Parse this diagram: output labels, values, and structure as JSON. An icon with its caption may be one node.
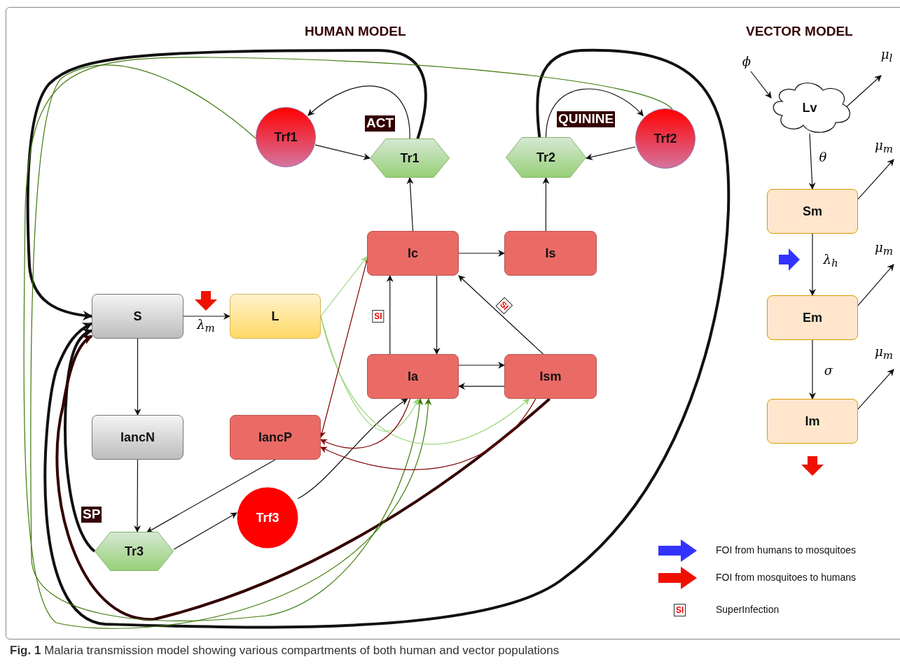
{
  "diagram": {
    "caption": "**Fig. 1** Malaria transmission model showing various compartments of both human and vector populations",
    "nodes": [
      {
        "text": [
          "S"
        ]
      },
      {
        "text": [
          "L"
        ]
      },
      {
        "text": [
          "Ic"
        ]
      },
      {
        "text": [
          "Is"
        ]
      },
      {
        "text": [
          "Ia"
        ]
      },
      {
        "text": [
          "Ism"
        ]
      },
      {
        "text": [
          "IancN"
        ]
      },
      {
        "text": [
          "IancP"
        ]
      },
      {
        "text": [
          "Tr1"
        ],
        "beside": [
          "ACT"
        ]
      },
      {
        "text": [
          "Tr2"
        ],
        "beside": [
          "QUININE"
        ]
      },
      {
        "text": [
          "Trf1"
        ]
      },
      {
        "text": [
          "Trf2"
        ]
      },
      {
        "text": [
          "Tr3"
        ],
        "beside": [
          "SP"
        ]
      },
      {
        "text": [
          "Trf3"
        ]
      },
      {
        "text": [
          "Lv"
        ]
      },
      {
        "text": [
          "Sm"
        ]
      },
      {
        "text": [
          "Em"
        ]
      },
      {
        "text": [
          "Im"
        ]
      }
    ],
    "edges": [
      {
        "from": 0,
        "to": 1,
        "arrow": "to",
        "label": "λ$_{m}$"
      },
      {
        "from": 0,
        "to": 6,
        "arrow": "to"
      },
      {
        "from": 6,
        "to": 12,
        "arrow": "to"
      },
      {
        "from": 7,
        "to": 12,
        "arrow": "to"
      },
      {
        "from": 12,
        "to": 13,
        "arrow": "to"
      },
      {
        "from": 13,
        "to": 4,
        "arrow": "to"
      },
      {
        "from": 2,
        "to": 8,
        "arrow": "to"
      },
      {
        "from": 3,
        "to": 9,
        "arrow": "to"
      },
      {
        "from": 10,
        "to": 8,
        "arrow": "to"
      },
      {
        "from": 8,
        "to": 10,
        "arrow": "to"
      },
      {
        "from": 11,
        "to": 9,
        "arrow": "to"
      },
      {
        "from": 9,
        "to": 11,
        "arrow": "to"
      },
      {
        "from": 2,
        "to": 3,
        "arrow": "to"
      },
      {
        "from": 2,
        "to": 4,
        "arrow": "to"
      },
      {
        "from": 4,
        "to": 2,
        "arrow": "to",
        "label": "SI"
      },
      {
        "from": 5,
        "to": 2,
        "arrow": "to",
        "label": "SI"
      },
      {
        "from": 4,
        "to": 5,
        "arrow": "to"
      },
      {
        "from": 5,
        "to": 4,
        "arrow": "to"
      },
      {
        "from": 8,
        "to": 0,
        "arrow": "to",
        "style": "thick"
      },
      {
        "from": 9,
        "to": 0,
        "arrow": "to",
        "style": "thick"
      },
      {
        "from": 12,
        "to": 0,
        "arrow": "to",
        "style": "thick"
      },
      {
        "from": 5,
        "to": 0,
        "arrow": "to",
        "style": "thick",
        "color": "#330000"
      },
      {
        "from": 10,
        "to": 4,
        "arrow": "to",
        "color": "#3d7a0a"
      },
      {
        "from": 11,
        "to": 4,
        "arrow": "to",
        "color": "#3d7a0a"
      },
      {
        "from": 1,
        "to": 2,
        "arrow": "to",
        "color": "#99d67a"
      },
      {
        "from": 1,
        "to": 4,
        "arrow": "to",
        "color": "#99d67a"
      },
      {
        "from": 1,
        "to": 5,
        "arrow": "to",
        "color": "#99d67a"
      },
      {
        "from": 2,
        "to": 7,
        "arrow": "to",
        "color": "#800000"
      },
      {
        "from": 4,
        "to": 7,
        "arrow": "to",
        "color": "#800000"
      },
      {
        "from": 5,
        "to": 7,
        "arrow": "to",
        "color": "#800000"
      },
      {
        "from": 14,
        "to": 15,
        "arrow": "to",
        "label": "θ"
      },
      {
        "from": 15,
        "to": 16,
        "arrow": "to",
        "label": "λ$_{h}$"
      },
      {
        "from": 16,
        "to": 17,
        "arrow": "to",
        "label": "σ"
      },
      {
        "from": null,
        "to": 14,
        "arrow": "to",
        "label": "ϕ"
      },
      {
        "from": 14,
        "to": null,
        "arrow": "to",
        "label": "μ$_{l}$"
      },
      {
        "from": 15,
        "to": null,
        "arrow": "to",
        "label": "μ$_{m}$"
      },
      {
        "from": 16,
        "to": null,
        "arrow": "to",
        "label": "μ$_{m}$"
      },
      {
        "from": 17,
        "to": null,
        "arrow": "to",
        "label": "μ$_{m}$"
      }
    ],
    "labels": [
      "HUMAN MODEL",
      "VECTOR MODEL",
      "SI"
    ],
    "legend": [
      {
        "text": "FOI from humans to mosquitoes",
        "color": "#3333ff"
      },
      {
        "text": "FOI from mosquitoes to  humans",
        "color": "#ee1100"
      },
      {
        "text": "SuperInfection"
      }
    ]
  }
}
